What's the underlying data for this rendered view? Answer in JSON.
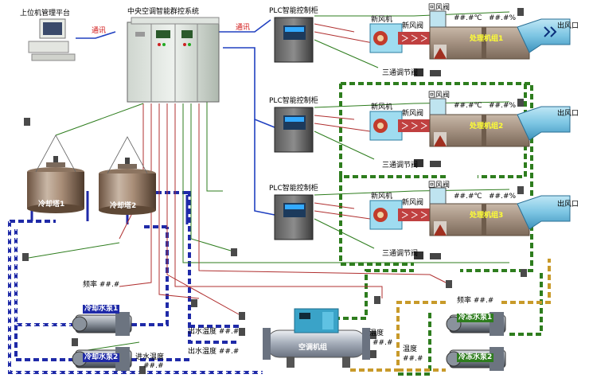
{
  "platform": {
    "label": "上位机管理平台"
  },
  "comm": {
    "label1": "通讯",
    "label2": "通讯"
  },
  "cabinet": {
    "label": "中央空调智能群控系统"
  },
  "plc": [
    {
      "label": "PLC智能控制柜"
    },
    {
      "label": "PLC智能控制柜"
    },
    {
      "label": "PLC智能控制柜"
    }
  ],
  "ahu": [
    {
      "fresh_air": "新风机",
      "return_damper": "回风阀",
      "fresh_damper": "新风阀",
      "unit": "处理机组1",
      "temp": "##.#℃",
      "humidity": "##.#%",
      "valve": "三通调节阀",
      "outlet": "出风口"
    },
    {
      "fresh_air": "新风机",
      "return_damper": "回风阀",
      "fresh_damper": "新风阀",
      "unit": "处理机组2",
      "temp": "##.#℃",
      "humidity": "##.#%",
      "valve": "三通调节阀",
      "outlet": "出风口"
    },
    {
      "fresh_air": "新风机",
      "return_damper": "回风阀",
      "fresh_damper": "新风阀",
      "unit": "处理机组3",
      "temp": "##.#℃",
      "humidity": "##.#%",
      "valve": "三通调节阀",
      "outlet": "出风口"
    }
  ],
  "cooling_towers": [
    {
      "label": "冷却塔1"
    },
    {
      "label": "冷却塔2"
    }
  ],
  "cooling_pumps": {
    "freq_label": "频率 ##.#",
    "pump1": "冷却水泵1",
    "pump2": "冷却水泵2"
  },
  "inlet_temp": {
    "label": "进水温度",
    "value": "##.#"
  },
  "outlet_temps": {
    "t1": "出水温度 ##.#",
    "t2": "出水温度 ##.#"
  },
  "chiller": {
    "label": "空调机组"
  },
  "temp_right": {
    "t1": "温度",
    "v1": "##.#",
    "t2": "温度",
    "v2": "##.#"
  },
  "chilled_pumps": {
    "freq_label": "频率 ##.#",
    "pump1": "冷冻水泵1",
    "pump2": "冷冻水泵2"
  },
  "colors": {
    "cooling_pipe": "#1f2aa8",
    "chilled_pipe": "#2e7d1e",
    "return_pipe": "#c89a2a",
    "signal_line": "#b03030",
    "comm_line": "#2040c0"
  }
}
